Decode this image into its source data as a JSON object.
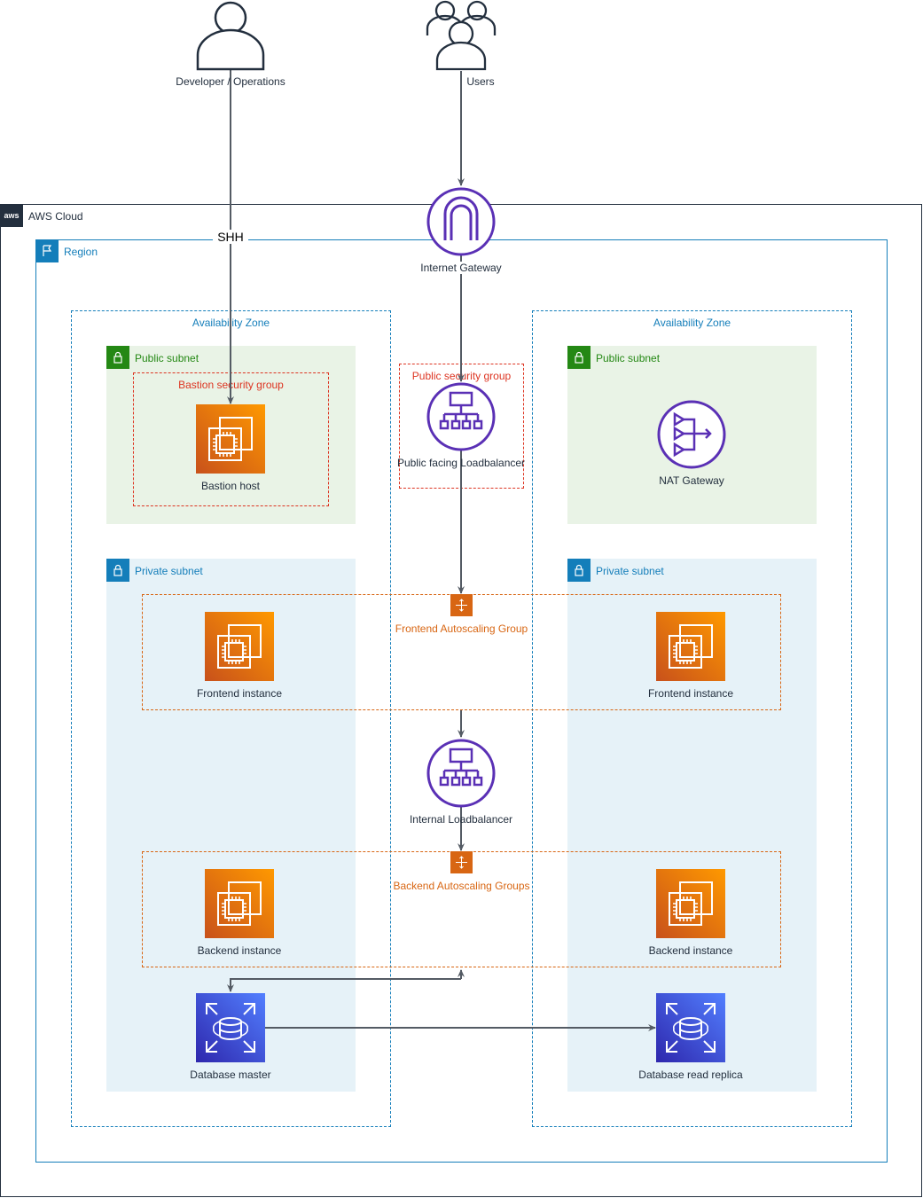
{
  "actors": {
    "developer": "Developer / Operations",
    "users": "Users"
  },
  "cloud": {
    "label": "AWS Cloud"
  },
  "region": {
    "label": "Region"
  },
  "edges": {
    "ssh_label": "SHH"
  },
  "gateway": {
    "label": "Internet Gateway"
  },
  "az_left": {
    "label": "Availability Zone",
    "public_subnet": "Public subnet",
    "bastion_sg": "Bastion security group",
    "bastion": "Bastion host",
    "private_subnet": "Private subnet",
    "frontend": "Frontend instance",
    "backend": "Backend instance",
    "db": "Database master"
  },
  "az_right": {
    "label": "Availability Zone",
    "public_subnet": "Public subnet",
    "nat": "NAT Gateway",
    "private_subnet": "Private subnet",
    "frontend": "Frontend instance",
    "backend": "Backend instance",
    "db": "Database read replica"
  },
  "center": {
    "public_sg": "Public security group",
    "public_lb": "Public facing Loadbalancer",
    "frontend_asg": "Frontend Autoscaling Group",
    "internal_lb": "Internal Loadbalancer",
    "backend_asg": "Backend Autoscaling Groups"
  },
  "colors": {
    "aws_dark": "#232f3e",
    "region_blue": "#147eba",
    "subnet_green": "#248814",
    "security_red": "#dd3522",
    "autoscaling_orange": "#d86613",
    "network_purple": "#5a30b5",
    "ec2_orange": "#ff9900",
    "rds_blue": "#3b48cc"
  },
  "icons": {
    "developer": "user-icon",
    "users": "users-icon",
    "cloud": "aws-logo-icon",
    "region": "region-flag-icon",
    "subnet": "lock-icon",
    "gateway": "internet-gateway-icon",
    "loadbalancer": "load-balancer-icon",
    "nat": "nat-gateway-icon",
    "ec2": "ec2-instance-icon",
    "rds": "rds-database-icon",
    "autoscaling": "autoscaling-icon"
  }
}
